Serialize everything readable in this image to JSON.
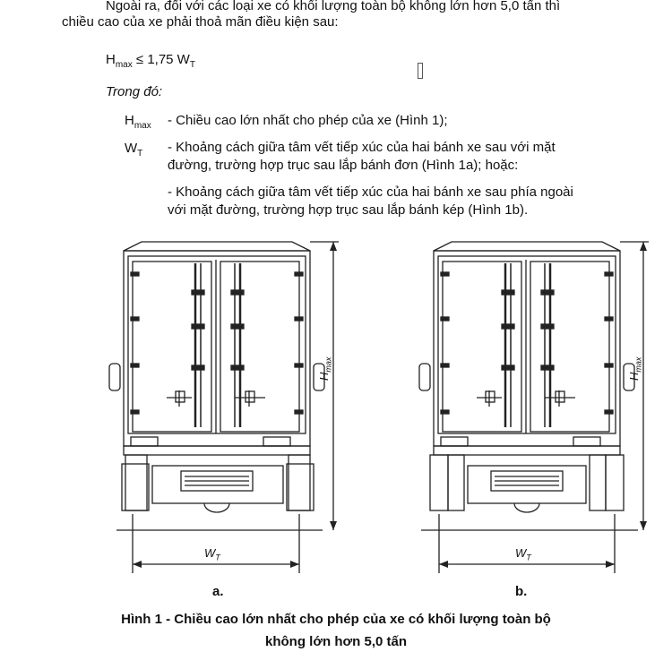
{
  "intro_line1": "Ngoài ra, đối với các loại xe có khối lượng toàn bộ không lớn hơn 5,0 tấn thì",
  "intro_line2": "chiều cao của xe phải thoả mãn điều kiện sau:",
  "formula": {
    "h": "H",
    "h_sub": "max",
    "rel": " ≤ 1,75 W",
    "w_sub": "T"
  },
  "where_label": "Trong đó:",
  "defs": [
    {
      "sym": "H",
      "sub": "max",
      "text": "- Chiều cao lớn nhất cho phép của xe (Hình 1);"
    },
    {
      "sym": "W",
      "sub": "T",
      "line1": "- Khoảng cách giữa tâm vết tiếp xúc của hai bánh xe sau với mặt",
      "line2": "đường, trường hợp trục sau lắp bánh đơn (Hình 1a); hoặc:"
    },
    {
      "line1": "- Khoảng cách giữa tâm vết tiếp xúc của hai bánh xe sau phía ngoài",
      "line2": "với mặt đường, trường hợp trục sau lắp bánh kép (Hình 1b)."
    }
  ],
  "figure": {
    "label_a": "a.",
    "label_b": "b.",
    "dim_h": "H",
    "dim_h_sub": "max",
    "dim_w": "W",
    "dim_w_sub": "T"
  },
  "caption_line1": "Hình 1 - Chiều cao lớn nhất cho phép của xe có khối lượng toàn bộ",
  "caption_line2": "không lớn hơn 5,0 tấn"
}
